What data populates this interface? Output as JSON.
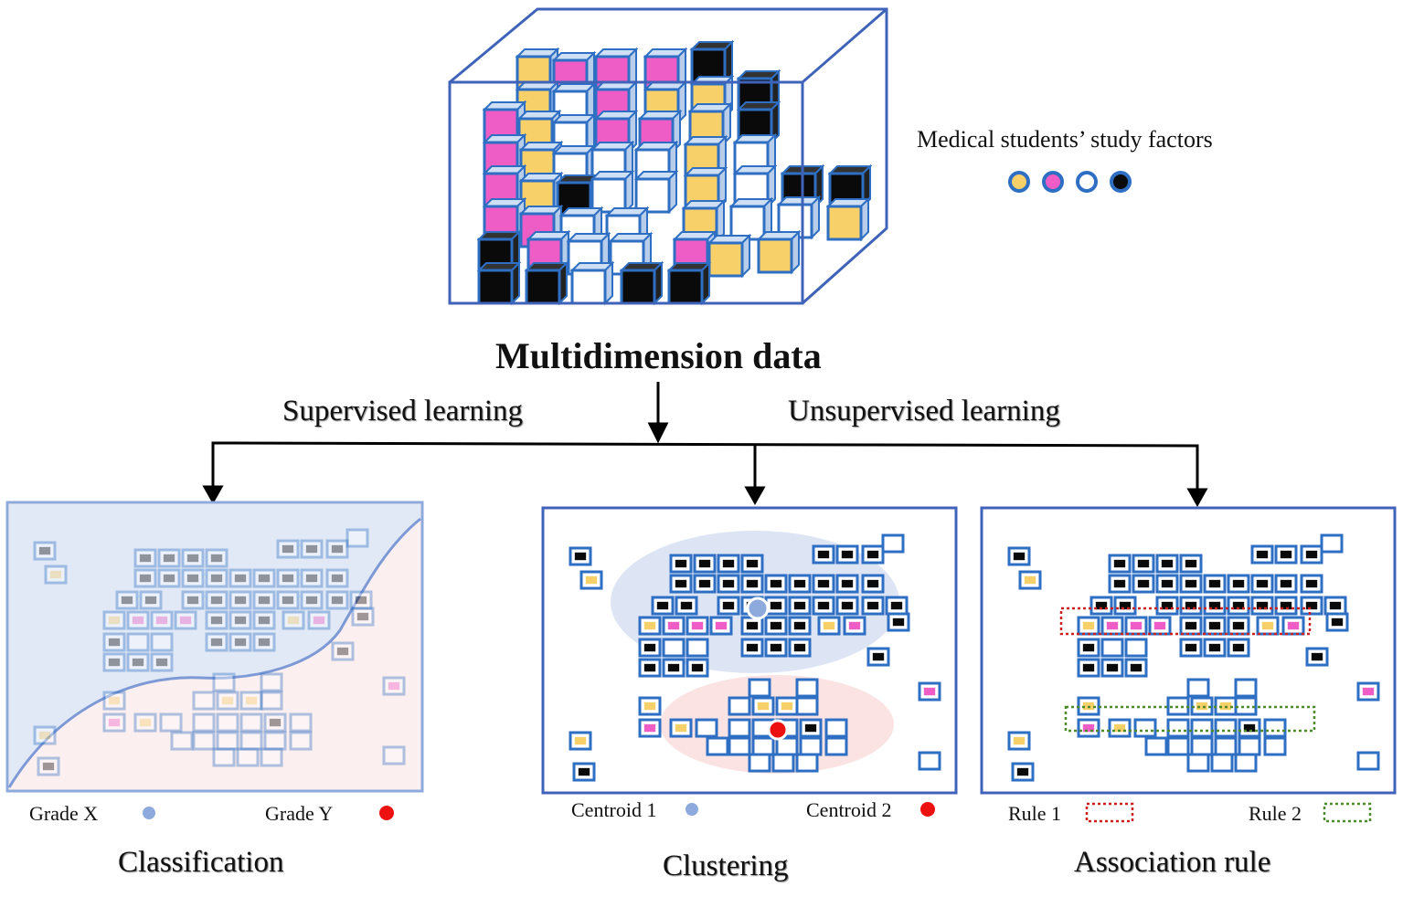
{
  "colors": {
    "yellow": "#f8d06a",
    "pink": "#ee5cc6",
    "white": "#ffffff",
    "black": "#0a0a0a",
    "blue_edge": "#2e6fc4",
    "panel_border": "#3f63b8",
    "centroid1": "#8ea9dc",
    "centroid2": "#ee1111",
    "rule1": "#cc2020",
    "rule2": "#4d8a2a"
  },
  "top": {
    "title": "Multidimension data",
    "legend_label": "Medical  students’  study  factors",
    "legend_dots": [
      "yellow",
      "pink",
      "white",
      "black"
    ]
  },
  "branches": {
    "supervised": "Supervised learning",
    "unsupervised": "Unsupervised learning"
  },
  "panels": {
    "classification": {
      "title": "Classification",
      "legend": [
        {
          "label": "Grade X",
          "color": "#8ea9dc"
        },
        {
          "label": "Grade Y",
          "color": "#ee1111"
        }
      ]
    },
    "clustering": {
      "title": "Clustering",
      "legend": [
        {
          "label": "Centroid 1",
          "color": "#8ea9dc"
        },
        {
          "label": "Centroid 2",
          "color": "#ee1111"
        }
      ]
    },
    "association": {
      "title": "Association rule",
      "legend": [
        {
          "label": "Rule 1",
          "style": "red-dotted"
        },
        {
          "label": "Rule 2",
          "style": "green-dotted"
        }
      ]
    }
  }
}
